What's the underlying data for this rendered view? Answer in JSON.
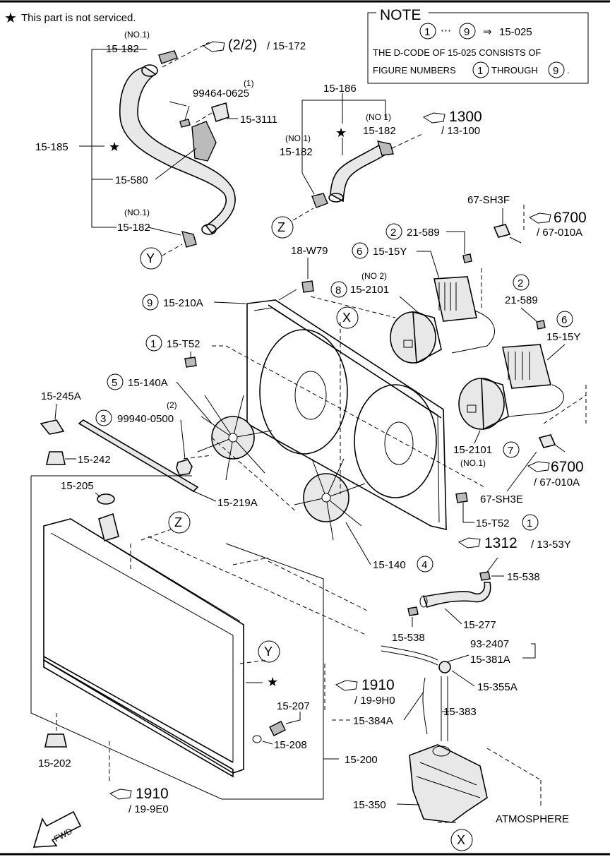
{
  "legend": {
    "star_text": "This part is not serviced."
  },
  "note": {
    "title": "NOTE",
    "range_start": "1",
    "range_end": "9",
    "ellipsis": "⋯",
    "arrow": "⇒",
    "range_target": "15-025",
    "line2": "THE D-CODE OF  15-025  CONSISTS OF",
    "line3_prefix": "FIGURE NUMBERS",
    "line3_mid": "THROUGH",
    "line3_end": "."
  },
  "upper_hose": {
    "clamp_top_no": "(NO.1)",
    "clamp_top": "15-182",
    "ref_big": "(2/2)",
    "ref_small": "/ 15-172",
    "hose": "15-185",
    "bracket": "15-580",
    "bolt_qty": "(1)",
    "bolt": "99464-0625",
    "clip": "15-3111",
    "clamp_bot_no": "(NO.1)",
    "clamp_bot": "15-182",
    "callout_y": "Y"
  },
  "lower_hose": {
    "hose": "15-186",
    "clamp_r_no": "(NO 1)",
    "clamp_r": "15-182",
    "clamp_l_no": "(NO.1)",
    "clamp_l": "15-182",
    "ref_big": "1300",
    "ref_small": "/ 13-100",
    "callout_z": "Z"
  },
  "fan_assembly": {
    "bolt_top": "18-W79",
    "shroud_num": "9",
    "shroud": "15-210A",
    "motor2_num": "8",
    "motor2_no": "(NO 2)",
    "motor2": "15-2101",
    "bolt1_num": "1",
    "bolt1": "15-T52",
    "fan_l_num": "5",
    "fan_l": "15-140A",
    "nut_num": "3",
    "nut_qty": "(2)",
    "nut": "99940-0500",
    "fan_r": "15-140",
    "fan_r_num": "4",
    "callout_x": "X",
    "motor1": "15-2101",
    "motor1_num": "7",
    "motor1_no": "(NO.1)",
    "bolt2": "15-T52",
    "bolt2_num": "1",
    "seal": "15-219A"
  },
  "resistor": {
    "conn_top": "67-SH3F",
    "ref1_big": "6700",
    "ref1_small": "/ 67-010A",
    "screw1_num": "2",
    "screw1": "21-589",
    "res1_num": "6",
    "res1": "15-15Y",
    "screw2_num": "2",
    "screw2": "21-589",
    "res2_num": "6",
    "res2": "15-15Y",
    "ref2_big": "6700",
    "ref2_small": "/ 67-010A",
    "conn_bot": "67-SH3E"
  },
  "radiator": {
    "bracket": "15-245A",
    "mount_top": "15-242",
    "cap": "15-205",
    "callout_z": "Z",
    "callout_y": "Y",
    "mount_bot": "15-202",
    "drain": "15-207",
    "oring": "15-208",
    "radiator": "15-200",
    "ref_big": "1910",
    "ref_small": "/ 19-9E0",
    "fwd": "FWD"
  },
  "reservoir": {
    "ref_big": "1312",
    "ref_small": "/ 13-53Y",
    "clamp_top": "15-538",
    "hose": "15-277",
    "clamp_bot": "15-538",
    "hose_a": "93-2407",
    "hose_a2": "15-381A",
    "joint": "15-355A",
    "hose_b": "15-383",
    "hose_c": "15-384A",
    "tx_ref_big": "1910",
    "tx_ref_small": "/ 19-9H0",
    "tank": "15-350",
    "atmosphere": "ATMOSPHERE",
    "callout_x": "X"
  }
}
